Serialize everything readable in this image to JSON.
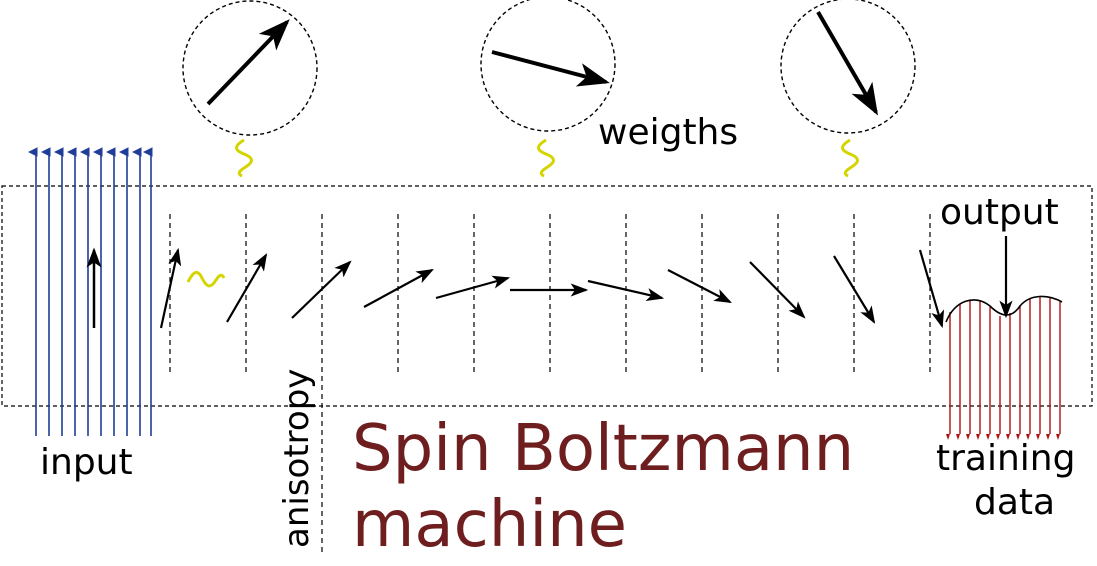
{
  "labels": {
    "weights": "weigths",
    "output": "output",
    "input": "input",
    "anisotropy": "anisotropy",
    "training": "training",
    "data": "data",
    "title_line1": "Spin Boltzmann",
    "title_line2": "machine"
  },
  "colors": {
    "input_lines": "#1f3d99",
    "training_lines": "#b01010",
    "coupling_wave": "#d4d400",
    "title": "#6e1e1e",
    "ink": "#000000"
  }
}
